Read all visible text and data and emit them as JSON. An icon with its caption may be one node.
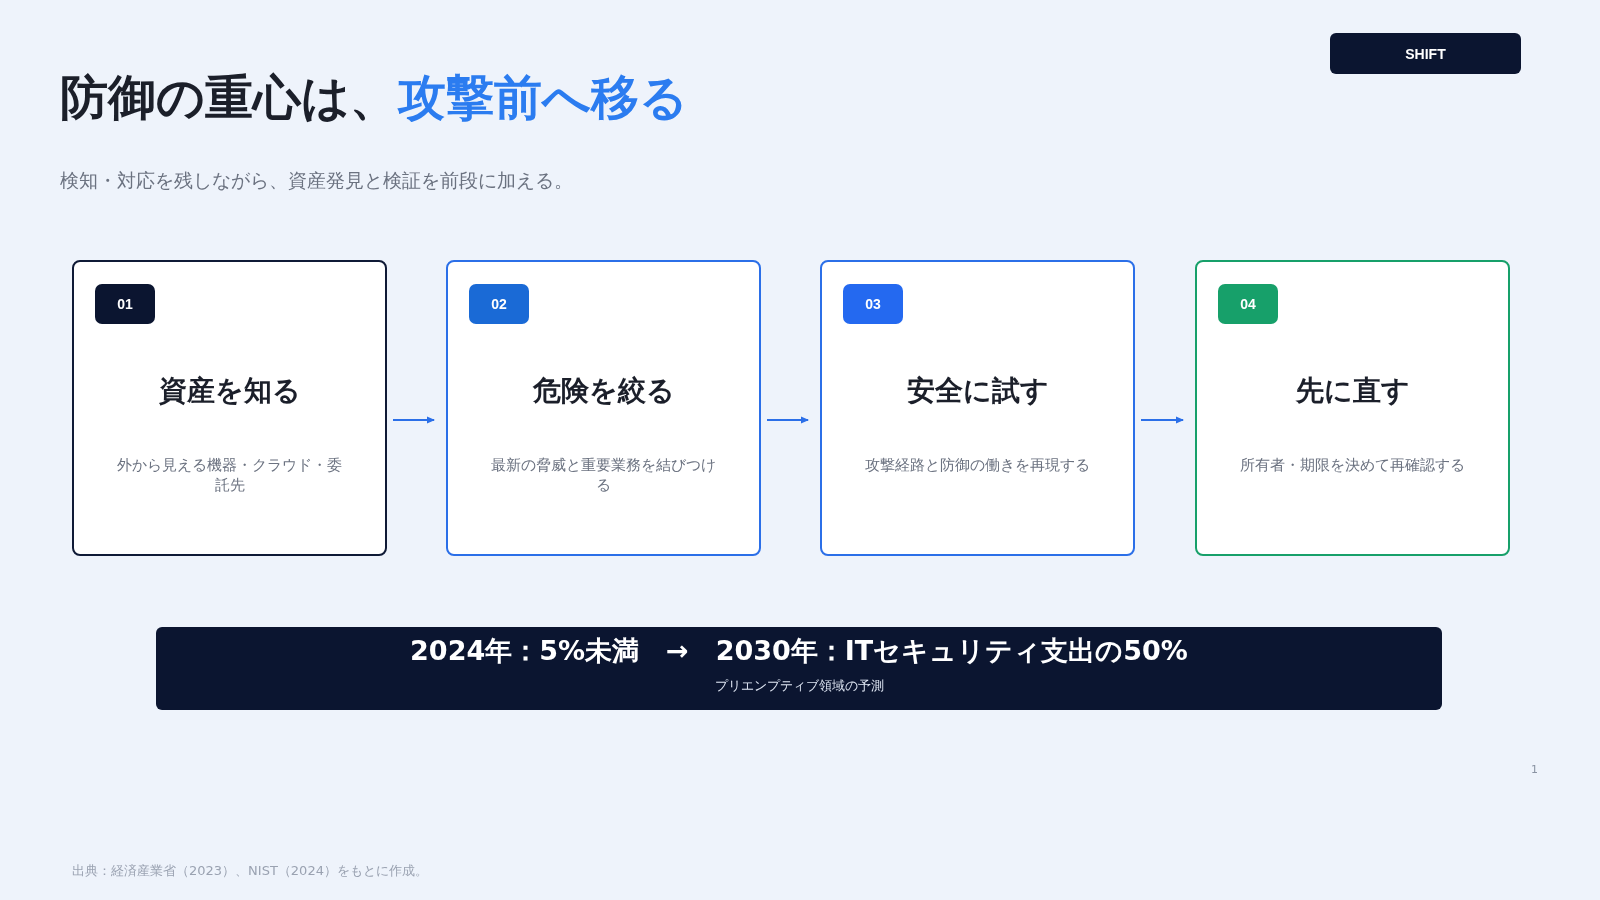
{
  "diagram": {
    "title": "防御の重心は、*攻撃前へ移る*",
    "nodes": [
      {
        "text": [
          "01",
          "資産を知る",
          "外から見える機器・クラウド・委託先"
        ]
      },
      {
        "text": [
          "02",
          "危険を絞る",
          "最新の脅威と重要業務を結びつける"
        ]
      },
      {
        "text": [
          "03",
          "安全に試す",
          "攻撃経路と防御の働きを再現する"
        ]
      },
      {
        "text": [
          "04",
          "先に直す",
          "所有者・期限を決めて再確認する"
        ]
      },
      {
        "text": [
          "2024年：5%未満　→　2030年：ITセキュリティ支出の50%",
          "プリエンプティブ領域の予測"
        ]
      },
      {
        "text": [
          "SHIFT"
        ]
      }
    ],
    "edges": [
      {
        "from": 0,
        "to": 1,
        "arrow": "to"
      },
      {
        "from": 1,
        "to": 2,
        "arrow": "to"
      },
      {
        "from": 2,
        "to": 3,
        "arrow": "to"
      }
    ],
    "labels": [
      "検知・対応を残しながら、資産発見と検証を前段に加える。",
      "1",
      "出典：経済産業省（2023）、NIST（2024）をもとに作成。"
    ]
  }
}
